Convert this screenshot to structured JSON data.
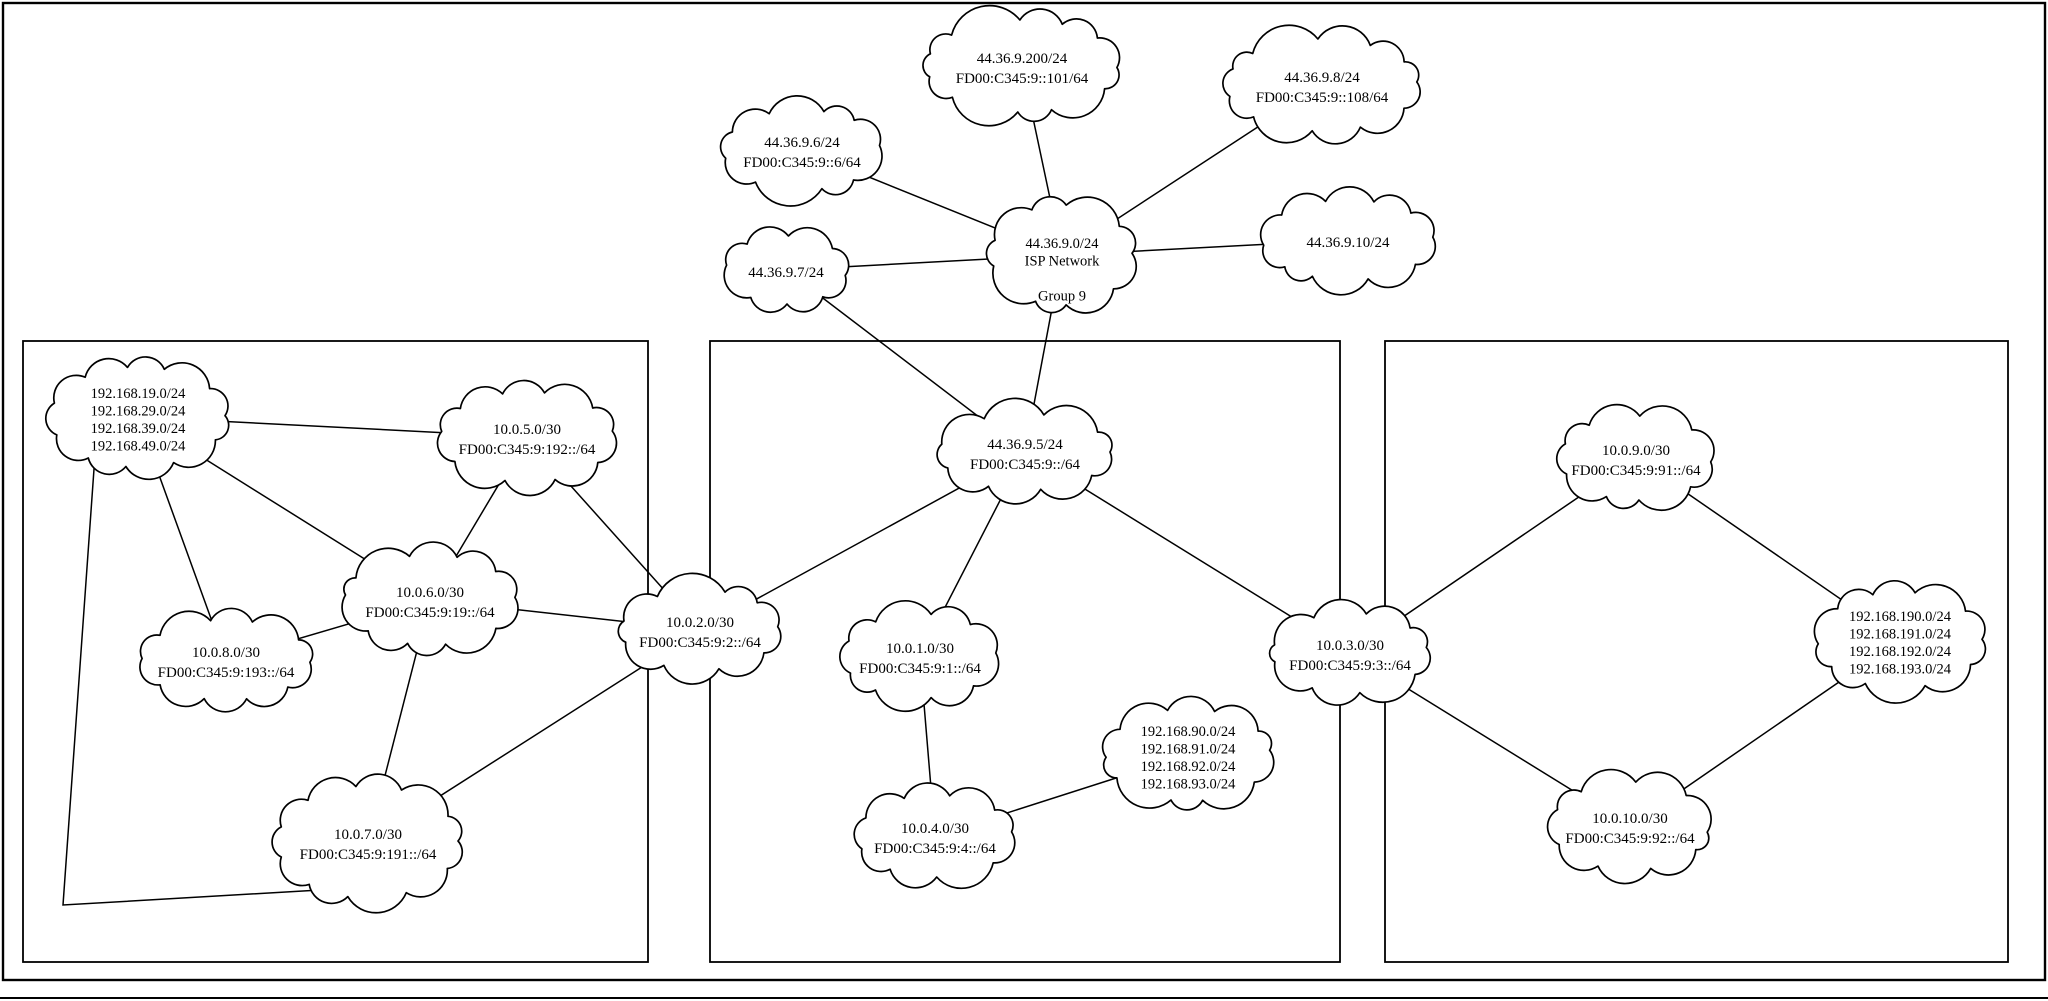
{
  "diagram": {
    "type": "network-topology",
    "nodes": [
      {
        "id": "c200",
        "lines": [
          "44.36.9.200/24",
          "FD00:C345:9::101/64"
        ]
      },
      {
        "id": "c8",
        "lines": [
          "44.36.9.8/24",
          "FD00:C345:9::108/64"
        ]
      },
      {
        "id": "c6",
        "lines": [
          "44.36.9.6/24",
          "FD00:C345:9::6/64"
        ]
      },
      {
        "id": "c7",
        "lines": [
          "44.36.9.7/24"
        ]
      },
      {
        "id": "isp",
        "lines": [
          "44.36.9.0/24",
          "ISP Network",
          "",
          "Group 9"
        ]
      },
      {
        "id": "c10",
        "lines": [
          "44.36.9.10/24"
        ]
      },
      {
        "id": "net95",
        "lines": [
          "44.36.9.5/24",
          "FD00:C345:9::/64"
        ]
      },
      {
        "id": "c19",
        "lines": [
          "192.168.19.0/24",
          "192.168.29.0/24",
          "192.168.39.0/24",
          "192.168.49.0/24"
        ]
      },
      {
        "id": "c5",
        "lines": [
          "10.0.5.0/30",
          "FD00:C345:9:192::/64"
        ]
      },
      {
        "id": "c6net",
        "lines": [
          "10.0.6.0/30",
          "FD00:C345:9:19::/64"
        ]
      },
      {
        "id": "c8net",
        "lines": [
          "10.0.8.0/30",
          "FD00:C345:9:193::/64"
        ]
      },
      {
        "id": "c2",
        "lines": [
          "10.0.2.0/30",
          "FD00:C345:9:2::/64"
        ]
      },
      {
        "id": "c7net",
        "lines": [
          "10.0.7.0/30",
          "FD00:C345:9:191::/64"
        ]
      },
      {
        "id": "c1",
        "lines": [
          "10.0.1.0/30",
          "FD00:C345:9:1::/64"
        ]
      },
      {
        "id": "c4",
        "lines": [
          "10.0.4.0/30",
          "FD00:C345:9:4::/64"
        ]
      },
      {
        "id": "c90",
        "lines": [
          "192.168.90.0/24",
          "192.168.91.0/24",
          "192.168.92.0/24",
          "192.168.93.0/24"
        ]
      },
      {
        "id": "c3",
        "lines": [
          "10.0.3.0/30",
          "FD00:C345:9:3::/64"
        ]
      },
      {
        "id": "c9",
        "lines": [
          "10.0.9.0/30",
          "FD00:C345:9:91::/64"
        ]
      },
      {
        "id": "c190",
        "lines": [
          "192.168.190.0/24",
          "192.168.191.0/24",
          "192.168.192.0/24",
          "192.168.193.0/24"
        ]
      },
      {
        "id": "c10net",
        "lines": [
          "10.0.10.0/30",
          "FD00:C345:9:92::/64"
        ]
      }
    ],
    "edges": [
      [
        "isp",
        "c200"
      ],
      [
        "isp",
        "c8"
      ],
      [
        "isp",
        "c6"
      ],
      [
        "isp",
        "c7"
      ],
      [
        "isp",
        "c10"
      ],
      [
        "isp",
        "net95"
      ],
      [
        "c7",
        "net95"
      ],
      [
        "net95",
        "c2"
      ],
      [
        "net95",
        "c1"
      ],
      [
        "net95",
        "c3"
      ],
      [
        "c1",
        "c4"
      ],
      [
        "c4",
        "c90"
      ],
      [
        "c19",
        "c5"
      ],
      [
        "c19",
        "c6net"
      ],
      [
        "c19",
        "c8net"
      ],
      [
        "c19",
        "c7net"
      ],
      [
        "c5",
        "c6net"
      ],
      [
        "c5",
        "c2"
      ],
      [
        "c6net",
        "c8net"
      ],
      [
        "c6net",
        "c2"
      ],
      [
        "c6net",
        "c7net"
      ],
      [
        "c2",
        "c7net"
      ],
      [
        "c3",
        "c9"
      ],
      [
        "c3",
        "c10net"
      ],
      [
        "c9",
        "c190"
      ],
      [
        "c190",
        "c10net"
      ]
    ],
    "line_color": "#000000",
    "background_color": "#ffffff"
  }
}
